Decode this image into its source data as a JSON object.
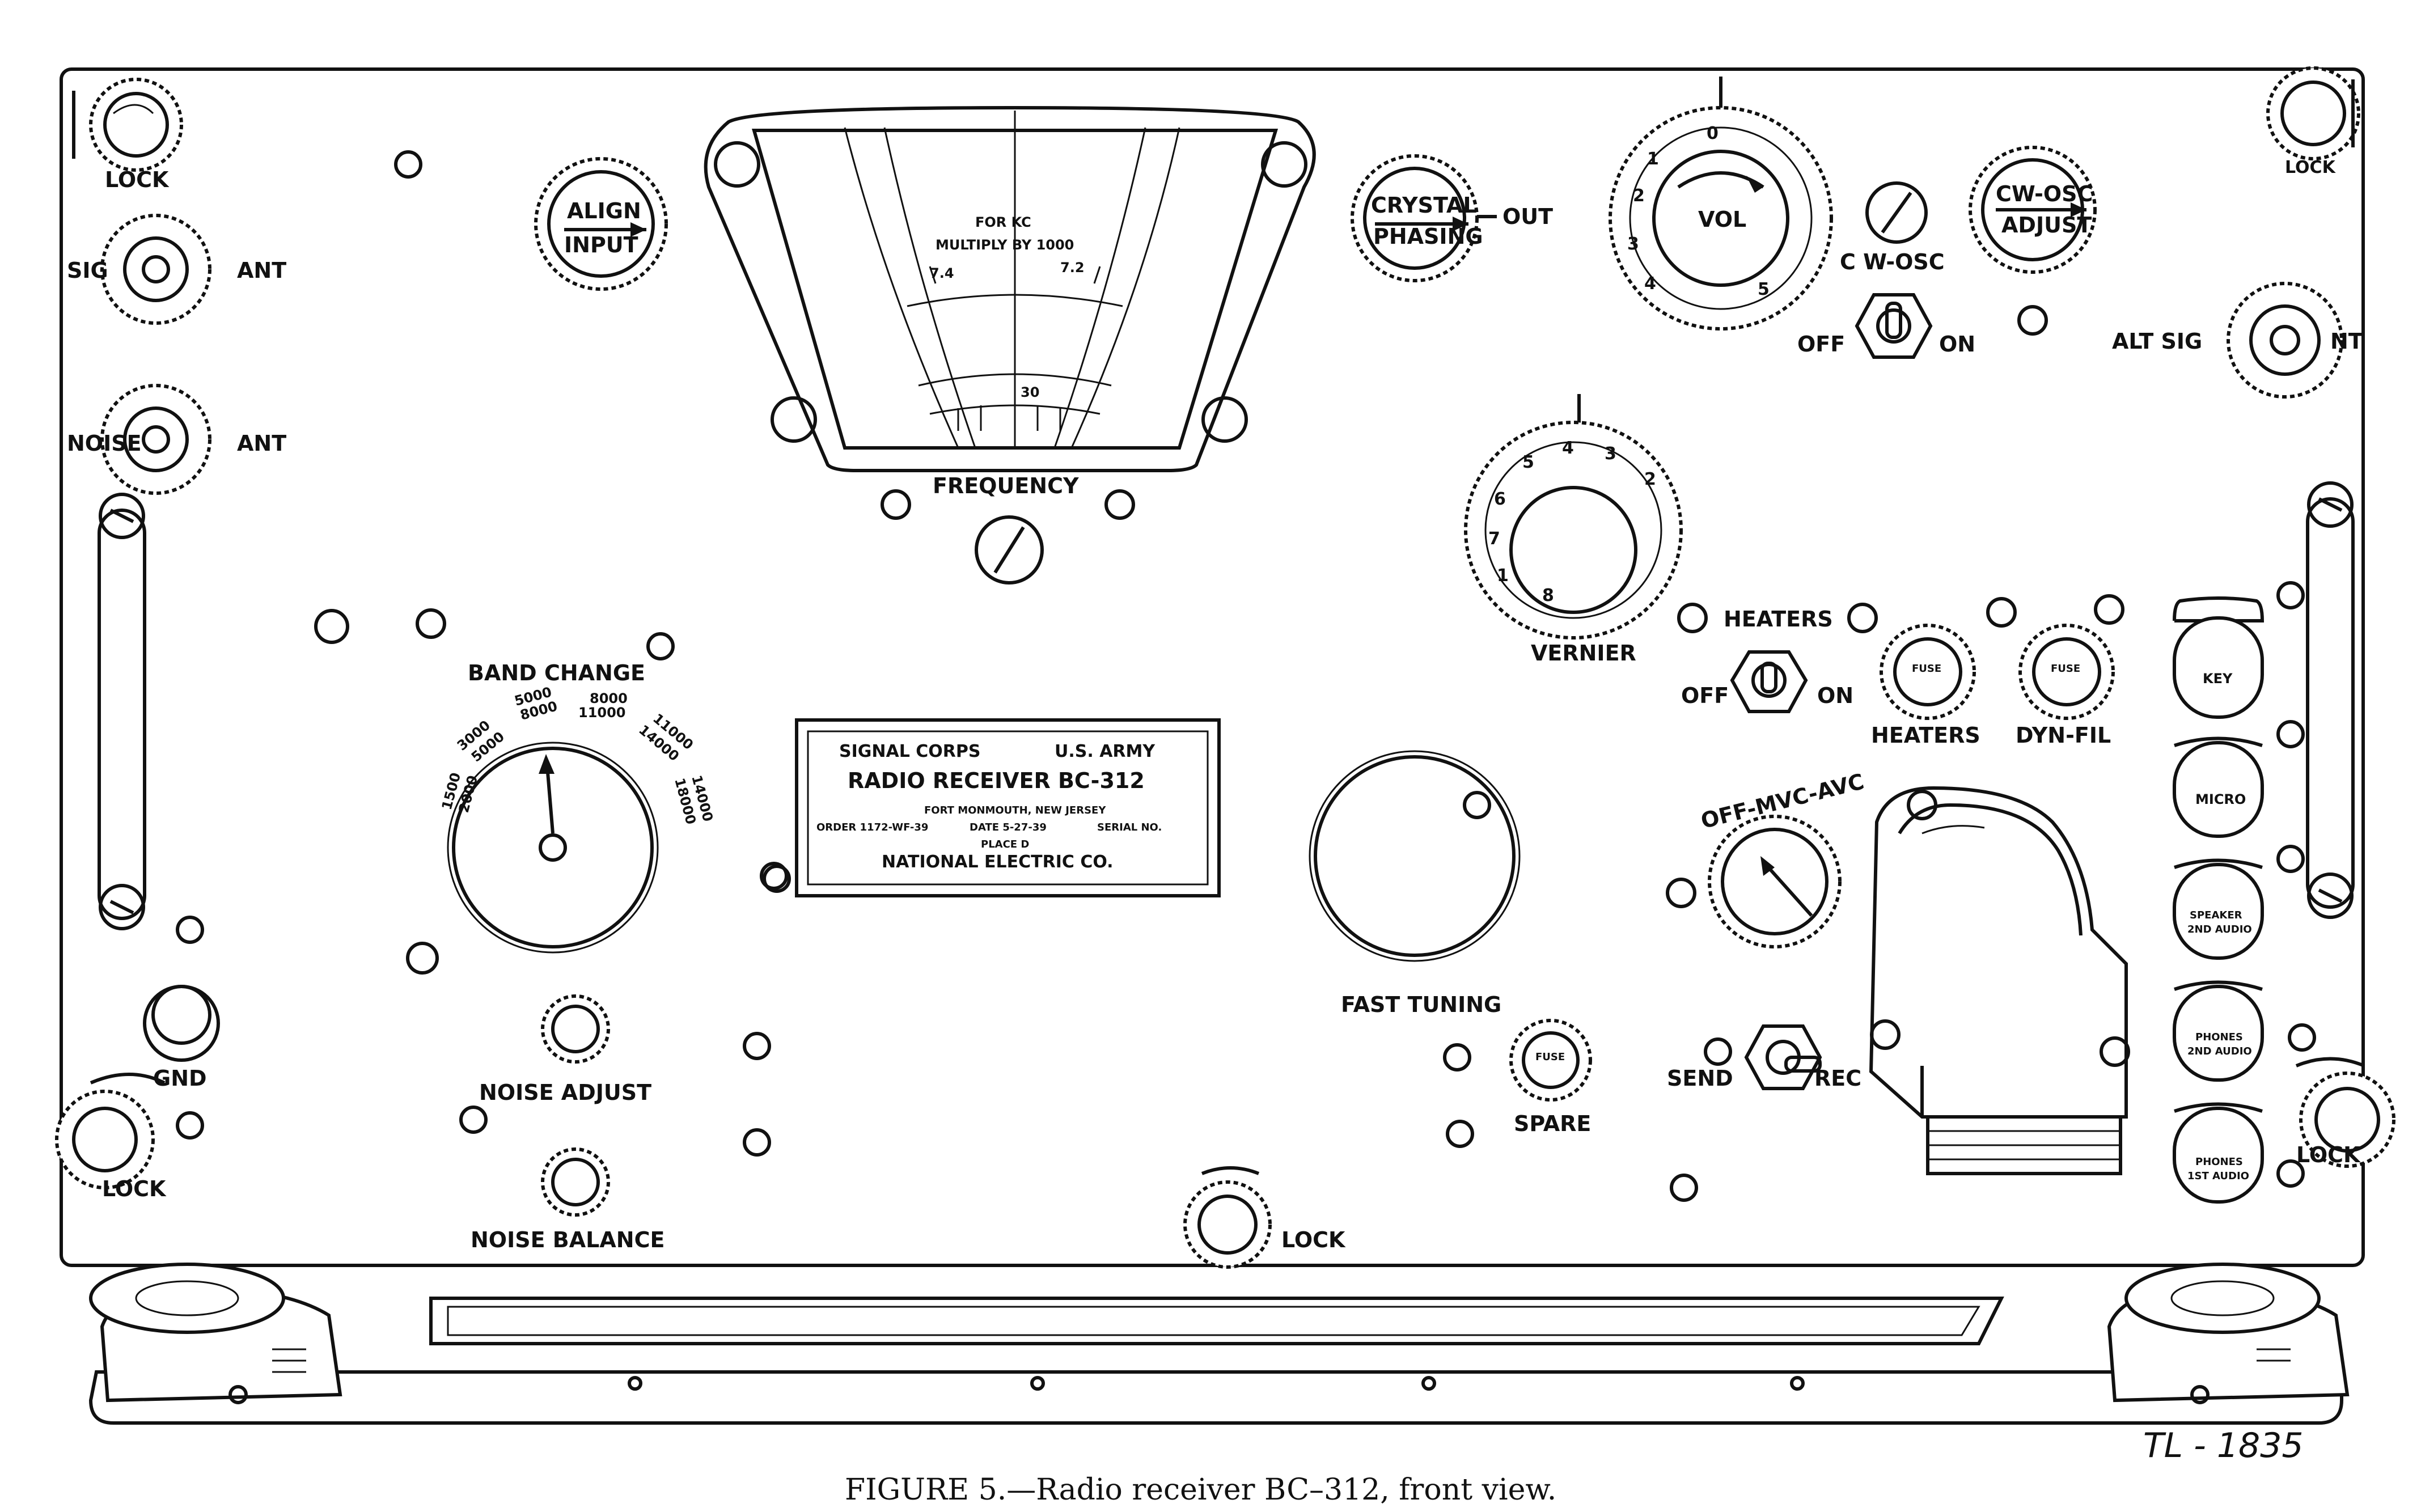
{
  "labels": {
    "lock": "LOCK",
    "sig": "SIG",
    "ant": "ANT",
    "noise": "NOISE",
    "align_l1": "ALIGN",
    "align_l2": "INPUT",
    "for_kc": "FOR KC",
    "multiply": "MULTIPLY BY 1000",
    "freq_74": "7.4",
    "freq_72": "7.2",
    "freq_30": "30",
    "frequency": "FREQUENCY",
    "crystal_l1": "CRYSTAL",
    "crystal_l2": "PHASING",
    "out": "OUT",
    "vol": "VOL",
    "cw_osc": "C W-OSC",
    "off": "OFF",
    "on": "ON",
    "cw_adj_l1": "CW-OSC",
    "cw_adj_l2": "ADJUST",
    "alt_sig": "ALT SIG",
    "nt": "NT",
    "vernier": "VERNIER",
    "heaters": "HEATERS",
    "dyn_fil": "DYN-FIL",
    "fuse": "FUSE",
    "key": "KEY",
    "micro": "MICRO",
    "speaker_l1": "SPEAKER",
    "speaker_l2": "2ND AUDIO",
    "phones2_l1": "PHONES",
    "phones2_l2": "2ND AUDIO",
    "phones1_l1": "PHONES",
    "phones1_l2": "1ST AUDIO",
    "band_change": "BAND CHANGE",
    "band_1500": "1500",
    "band_2000": "2000",
    "band_3000": "3000",
    "band_5000a": "5000",
    "band_5000b": "5000",
    "band_8000a": "8000",
    "band_8000b": "8000",
    "band_11000a": "11000",
    "band_11000b": "11000",
    "band_14000a": "14000",
    "band_14000b": "14000",
    "band_18000": "18000",
    "plate_l1a": "SIGNAL CORPS",
    "plate_l1b": "U.S. ARMY",
    "plate_l2": "RADIO RECEIVER BC-312",
    "plate_l3": "FORT MONMOUTH, NEW JERSEY",
    "plate_l4a": "ORDER 1172-WF-39",
    "plate_l4b": "DATE 5-27-39",
    "plate_l4c": "SERIAL NO.",
    "plate_l5": "PLACE D",
    "plate_l6": "NATIONAL ELECTRIC CO.",
    "fast_tuning": "FAST TUNING",
    "spare": "SPARE",
    "off_mvc_avc": "OFF-MVC-AVC",
    "send": "SEND",
    "rec": "REC",
    "gnd": "GND",
    "noise_adjust": "NOISE ADJUST",
    "noise_balance": "NOISE BALANCE",
    "tl": "TL - 1835",
    "caption": "FIGURE 5.—Radio receiver BC–312, front view."
  },
  "vol_scale": [
    "0",
    "1",
    "2",
    "3",
    "4",
    "5"
  ],
  "vernier_scale": [
    "1",
    "2",
    "3",
    "4",
    "5",
    "6",
    "7",
    "8"
  ]
}
